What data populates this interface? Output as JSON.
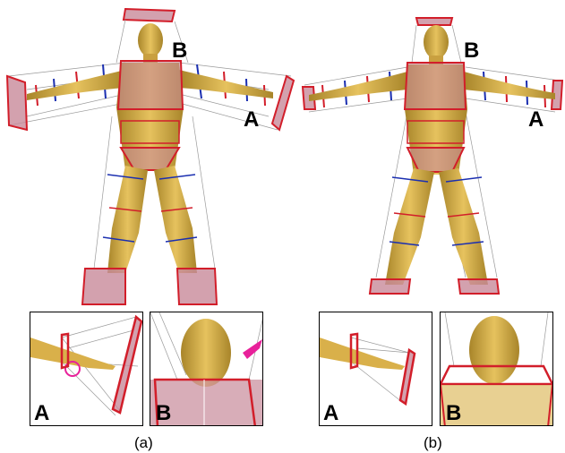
{
  "figure": {
    "panels": [
      {
        "caption": "(a)",
        "body_labels": {
          "head": "B",
          "hand": "A"
        },
        "insets": [
          {
            "label": "A"
          },
          {
            "label": "B"
          }
        ]
      },
      {
        "caption": "(b)",
        "body_labels": {
          "head": "B",
          "hand": "A"
        },
        "insets": [
          {
            "label": "A"
          },
          {
            "label": "B"
          }
        ]
      }
    ],
    "colors": {
      "skin": "#d9b04a",
      "skin_shadow": "#a8852a",
      "cage_face": "#c88a9a",
      "cage_edge_red": "#d21e2a",
      "cage_edge_blue": "#1b2fb0",
      "wire_gray": "#9a9a9a",
      "highlight_magenta": "#e8219a"
    }
  }
}
